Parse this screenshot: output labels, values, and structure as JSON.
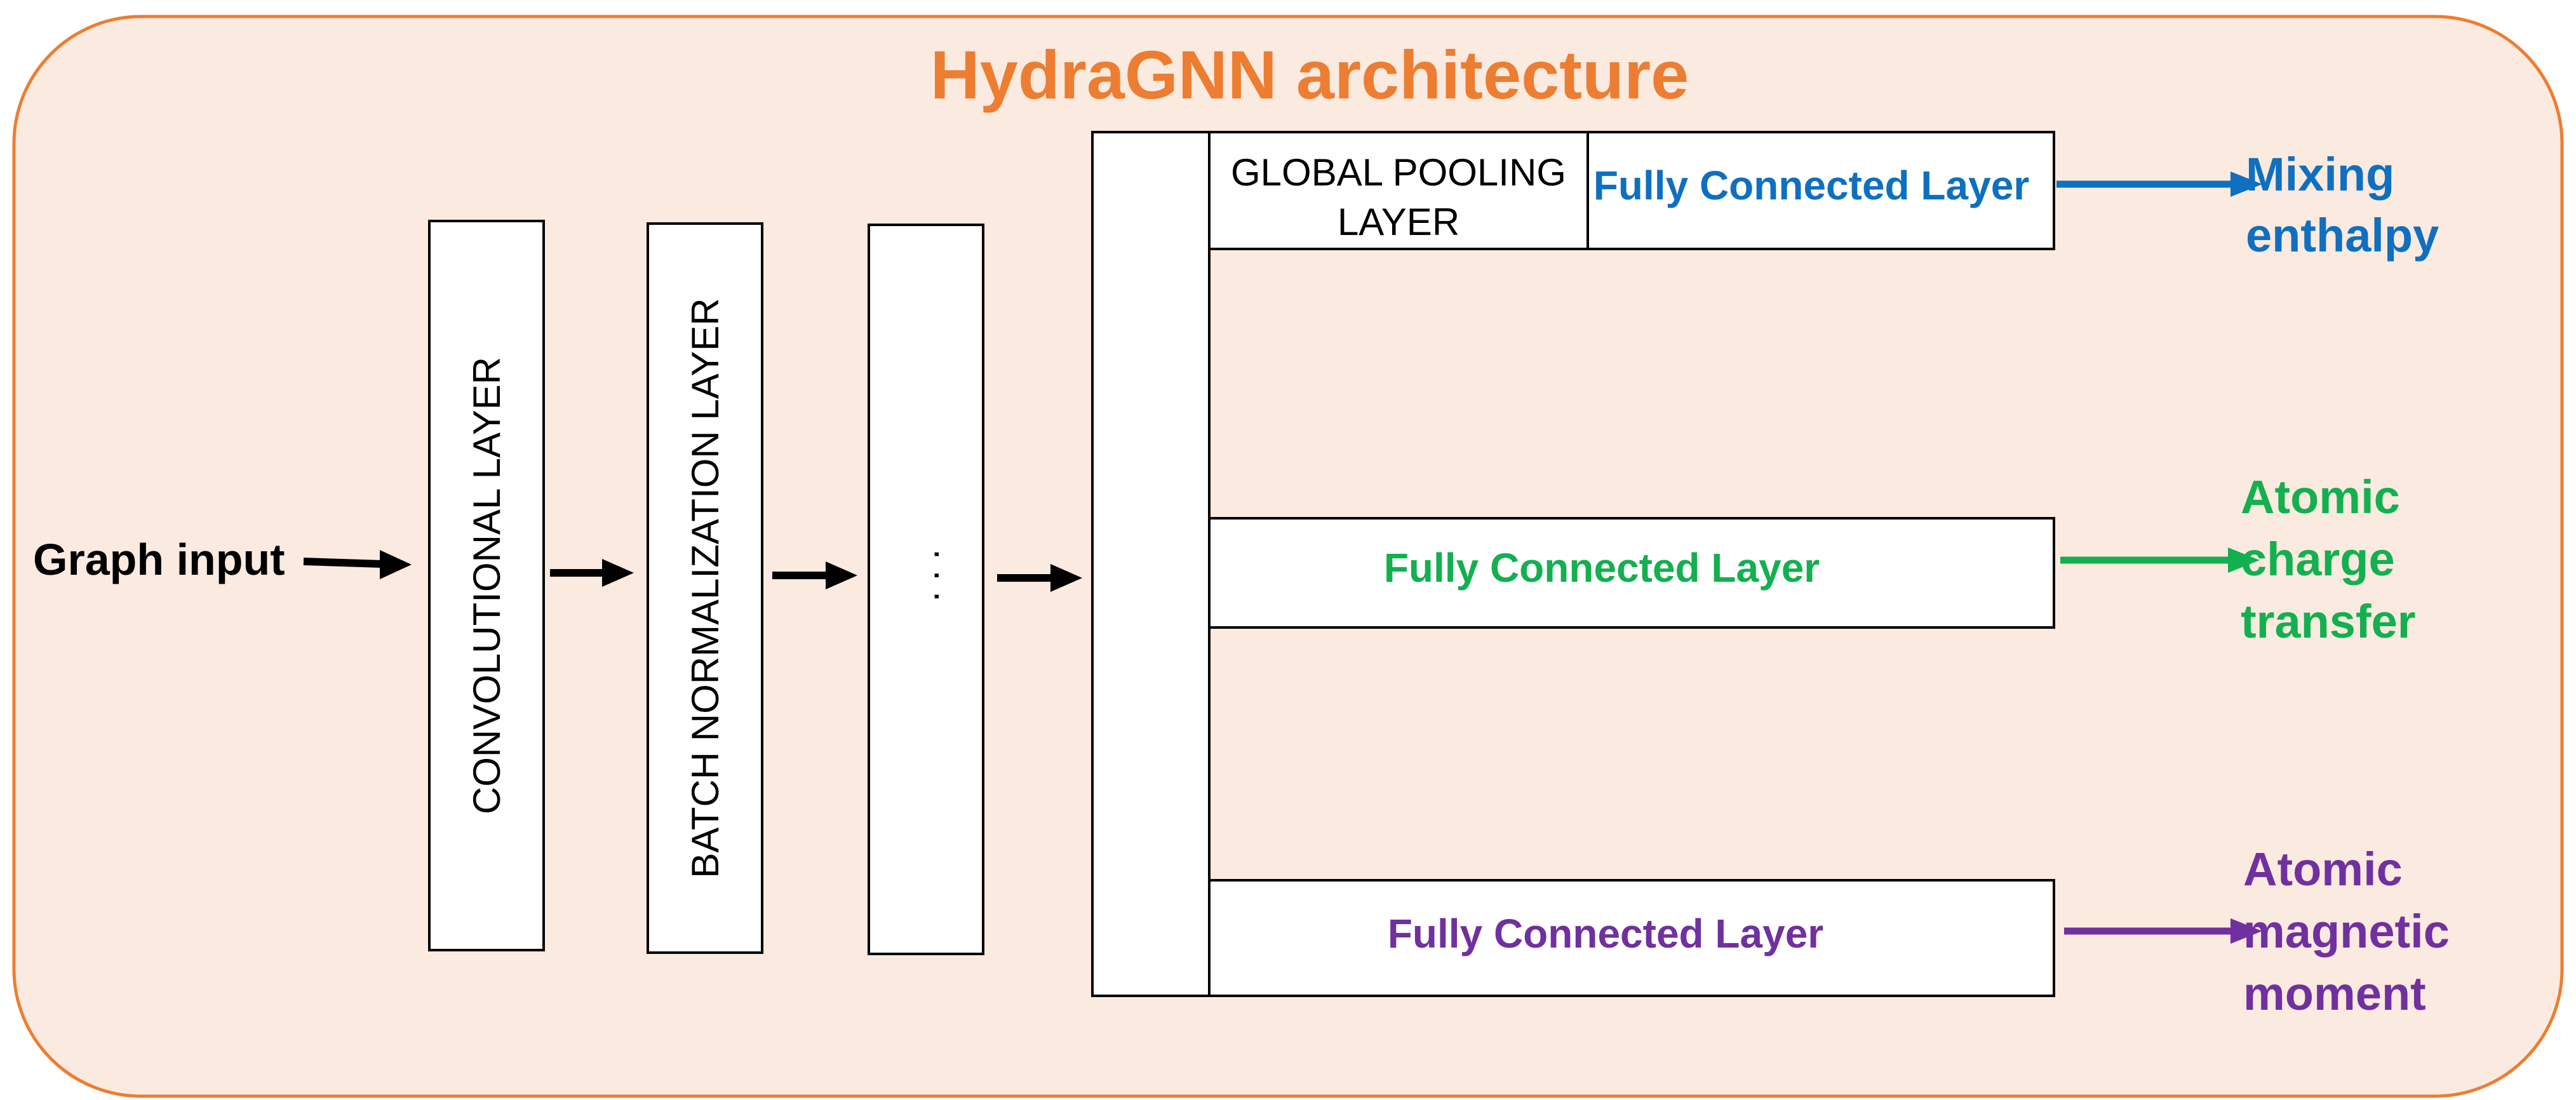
{
  "title": "HydraGNN architecture",
  "input_label": "Graph input",
  "layers": {
    "convolutional": "CONVOLUTIONAL LAYER",
    "batch_norm": "BATCH NORMALIZATION LAYER",
    "ellipsis": ". . ."
  },
  "global_pooling": {
    "line1": "GLOBAL POOLING",
    "line2": "LAYER"
  },
  "heads": [
    {
      "fc_label": "Fully Connected Layer",
      "output_lines": [
        "Mixing",
        "enthalpy"
      ],
      "color": "#0f6fc0"
    },
    {
      "fc_label": "Fully Connected Layer",
      "output_lines": [
        "Atomic",
        "charge",
        "transfer"
      ],
      "color": "#12b04f"
    },
    {
      "fc_label": "Fully Connected Layer",
      "output_lines": [
        "Atomic",
        "magnetic",
        "moment"
      ],
      "color": "#7030a0"
    }
  ],
  "colors": {
    "title": "#ed7d31",
    "panel_fill": "#fbeadf",
    "panel_border": "#ed7d31"
  }
}
